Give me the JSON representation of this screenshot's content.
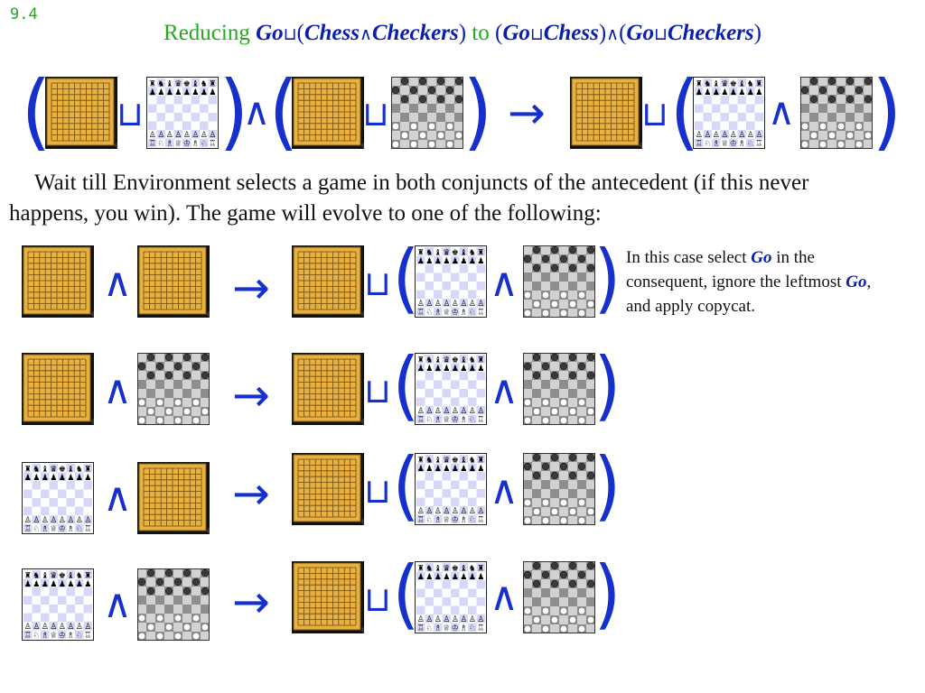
{
  "slide_number": "9.4",
  "title": {
    "part1": "Reducing",
    "go1": "Go",
    "choice1": "⊔",
    "open1": "(",
    "chess1": "Chess",
    "and1": "∧",
    "checkers1": "Checkers",
    "close1": ")",
    "part2": "to",
    "open2": "(",
    "go2": "Go",
    "choice2": "⊔",
    "chess2": "Chess",
    "close2": ")",
    "and2": "∧",
    "open3": "(",
    "go3": "Go",
    "choice3": "⊔",
    "checkers3": "Checkers",
    "close3": ")"
  },
  "symbols": {
    "choice_or": "⊔",
    "and": "∧",
    "arrow": "→",
    "lparen": "(",
    "rparen": ")"
  },
  "board_icons": {
    "go": "go-board-icon",
    "chess": "chess-board-icon",
    "checkers": "checkers-board-icon"
  },
  "colors": {
    "title_green": "#22aa22",
    "symbol_blue": "#1530cc",
    "go_wood": "#e8b040",
    "chess_light": "#ffffff",
    "chess_dark": "#d7d8f8",
    "checkers_light": "#d2d2d2",
    "checkers_dark": "#8e8e8e"
  },
  "paragraph": "Wait till Environment selects a game in both conjuncts of the antecedent (if this never happens, you win). The game will evolve to one of the following:",
  "note": {
    "before": "In this case select ",
    "go_a": "Go",
    "middle": " in the consequent, ignore the leftmost ",
    "go_b": "Go",
    "after": ", and apply copycat."
  }
}
